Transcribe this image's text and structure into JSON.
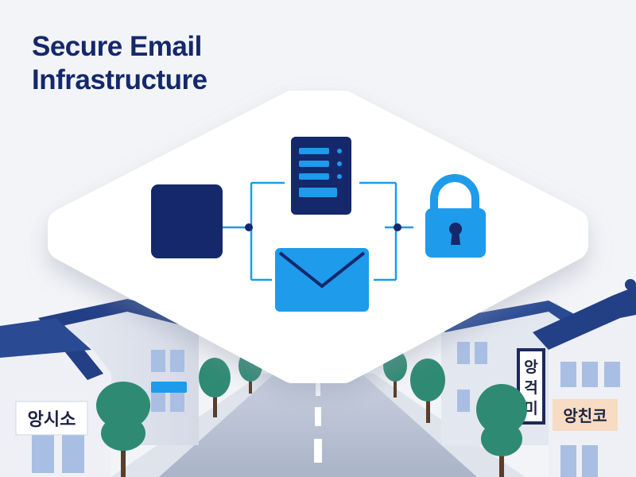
{
  "title": {
    "line1": "Secure Email",
    "line2": "Infrastructure"
  },
  "signs": {
    "left": "앙시소",
    "right_vertical": [
      "앙",
      "걱",
      "미"
    ],
    "right_horizontal": "앙친코"
  },
  "icons": [
    "square-block-icon",
    "server-icon",
    "padlock-icon",
    "envelope-icon"
  ],
  "colors": {
    "navy": "#14286b",
    "accent_blue": "#1e9bea",
    "platform": "#ffffff",
    "background": "#f3f4f7",
    "roof": "#233f86",
    "tree": "#2f8a74"
  }
}
